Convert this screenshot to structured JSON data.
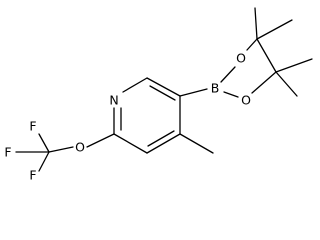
{
  "molecule": {
    "atoms": {
      "N": "N",
      "B": "B",
      "O_dioxaborolane_top": "O",
      "O_dioxaborolane_bottom": "O",
      "O_ether": "O",
      "F_top": "F",
      "F_left": "F",
      "F_bottom": "F"
    }
  }
}
